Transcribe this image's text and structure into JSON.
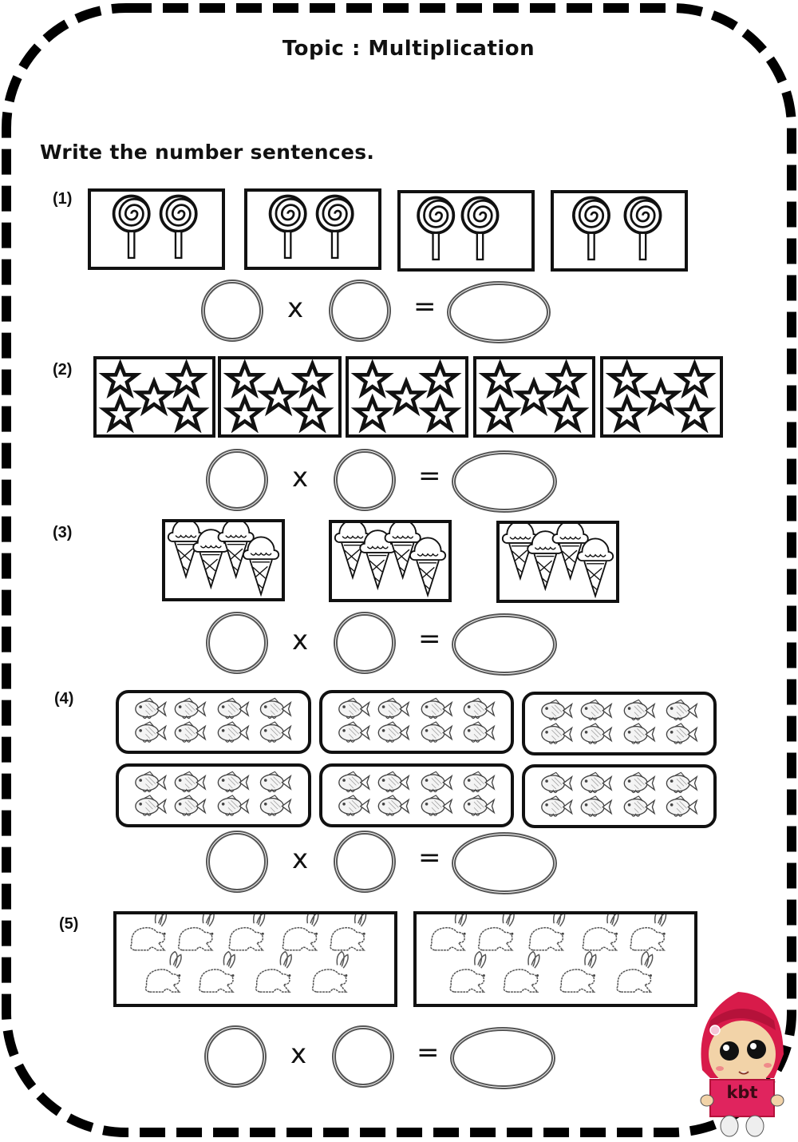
{
  "page": {
    "title": "Topic : Multiplication",
    "instruction": "Write the number sentences.",
    "border_style": "dashed-rounded"
  },
  "questions": [
    {
      "label": "(1)",
      "item": "lollipop-icon",
      "groups": 4,
      "items_per_group": 2,
      "operator": "x",
      "equals": "=",
      "answer_blank": ""
    },
    {
      "label": "(2)",
      "item": "star-icon",
      "groups": 5,
      "items_per_group": 5,
      "operator": "x",
      "equals": "=",
      "answer_blank": ""
    },
    {
      "label": "(3)",
      "item": "ice-cream-icon",
      "groups": 3,
      "items_per_group": 4,
      "operator": "x",
      "equals": "=",
      "answer_blank": ""
    },
    {
      "label": "(4)",
      "item": "fish-icon",
      "groups": 6,
      "items_per_group": 8,
      "operator": "x",
      "equals": "=",
      "answer_blank": ""
    },
    {
      "label": "(5)",
      "item": "rabbit-icon",
      "groups": 2,
      "items_per_group": 9,
      "operator": "x",
      "equals": "=",
      "answer_blank": ""
    }
  ],
  "mascot": {
    "sign_text": "kbt",
    "colors": {
      "hijab": "#d81b4a",
      "sign": "#e0245e",
      "skin": "#f2d3a8"
    }
  }
}
